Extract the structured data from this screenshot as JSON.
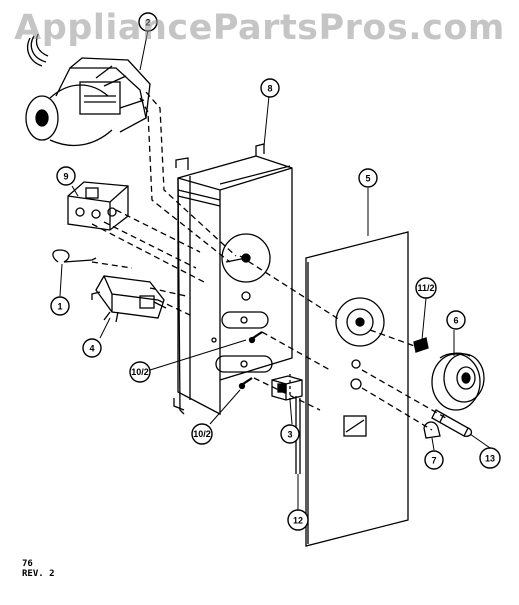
{
  "watermark": "AppliancePartsPros.com",
  "footer": {
    "page": "76",
    "revision": "REV. 2"
  },
  "callouts": [
    "2",
    "8",
    "9",
    "5",
    "1",
    "4",
    "11/2",
    "6",
    "10/2",
    "10/2",
    "3",
    "7",
    "13",
    "12"
  ],
  "colors": {
    "line": "#000000",
    "watermark": "#969696"
  }
}
